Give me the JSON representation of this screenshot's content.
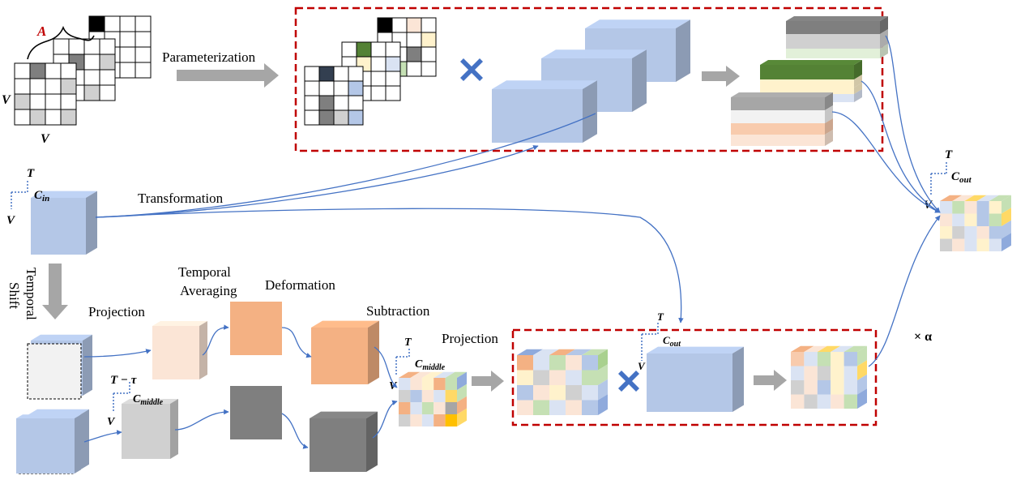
{
  "labels": {
    "parameterization": "Parameterization",
    "transformation": "Transformation",
    "temporal_shift_1": "Temporal",
    "temporal_shift_2": "Shift",
    "projection_1": "Projection",
    "temporal_averaging_1": "Temporal",
    "temporal_averaging_2": "Averaging",
    "deformation": "Deformation",
    "subtraction": "Subtraction",
    "projection_2": "Projection",
    "alpha": "× α"
  },
  "symbols": {
    "A": "A",
    "V": "V",
    "T": "T",
    "T_minus_tau": "T − τ",
    "C": "C",
    "sub_in": "in",
    "sub_out": "out",
    "sub_middle": "middle"
  },
  "colors": {
    "dashed_box": "#c00000",
    "cube_blue": "#b4c7e7",
    "arrow_gray": "#a6a6a6",
    "connector_blue": "#4472c4",
    "orange_light": "#fbe5d6",
    "orange": "#f4b183",
    "gray_dark": "#7f7f7f",
    "gray_light": "#d0d0d0",
    "green": "#548235",
    "multiply_x": "#4472c4"
  },
  "icons": {
    "multiply": "multiply-x-icon",
    "dotted_axes": "dotted-axis-icon"
  }
}
